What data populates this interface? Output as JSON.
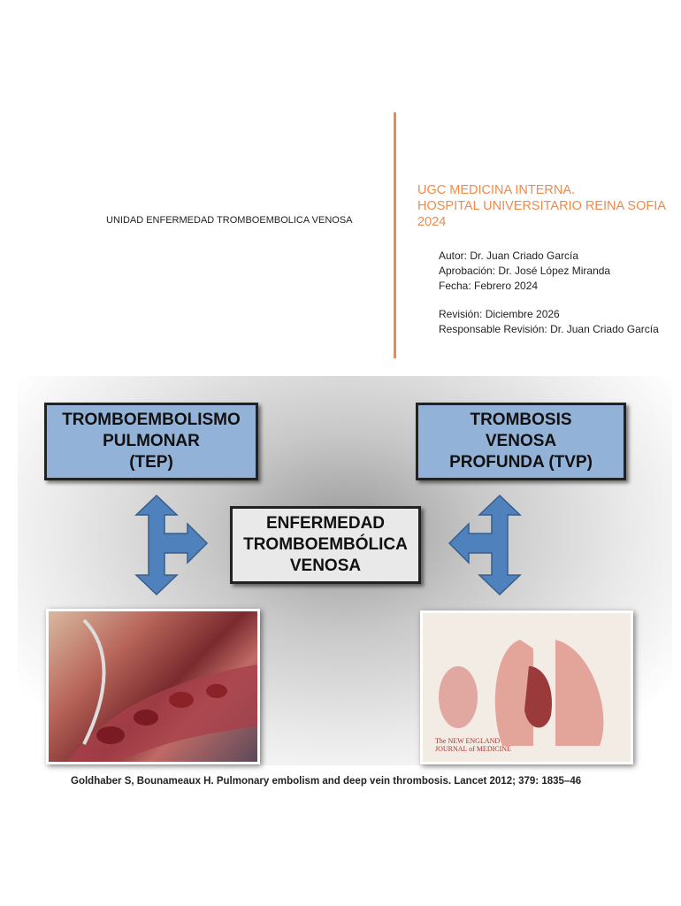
{
  "cover": {
    "unit_title": "UNIDAD ENFERMEDAD TROMBOEMBOLICA VENOSA",
    "header": [
      "UGC MEDICINA INTERNA.",
      "HOSPITAL UNIVERSITARIO REINA SOFIA",
      "2024"
    ],
    "meta": {
      "author": "Autor: Dr. Juan Criado García",
      "approval": "Aprobación: Dr. José López Miranda",
      "date": "Fecha: Febrero 2024",
      "revision": "Revisión: Diciembre 2026",
      "revision_owner": "Responsable Revisión: Dr. Juan Criado García"
    },
    "accent_color": "#f08a4b"
  },
  "diagram": {
    "tep": [
      "TROMBOEMBOLISMO",
      "PULMONAR",
      "(TEP)"
    ],
    "tvp": [
      "TROMBOSIS",
      "VENOSA",
      "PROFUNDA (TVP)"
    ],
    "center": [
      "ENFERMEDAD",
      "TROMBOEMBÓLICA",
      "VENOSA"
    ],
    "box_color": "#93b2d8",
    "arrow_color": "#4f81bd",
    "nejm_logo": "The NEW ENGLAND JOURNAL of MEDICINE"
  },
  "citation": "Goldhaber S, Bounameaux H. Pulmonary embolism and deep vein thrombosis. Lancet 2012; 379: 1835–46"
}
